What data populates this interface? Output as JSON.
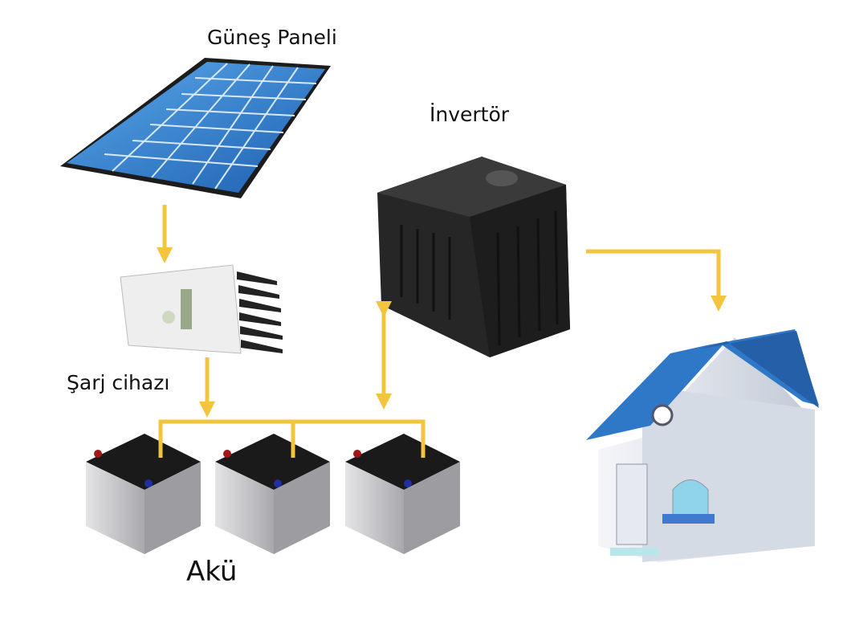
{
  "labels": {
    "solar_panel": "Güneş Paneli",
    "inverter": "İnvertör",
    "charge_controller": "Şarj cihazı",
    "battery": "Akü"
  },
  "colors": {
    "arrow": "#f2c53d",
    "panel_cell": "#2f7fd0",
    "roof": "#2f78c8",
    "inverter_body": "#2a2a2a",
    "battery_top": "#1a1a1a",
    "battery_side": "#c9c9cc"
  }
}
